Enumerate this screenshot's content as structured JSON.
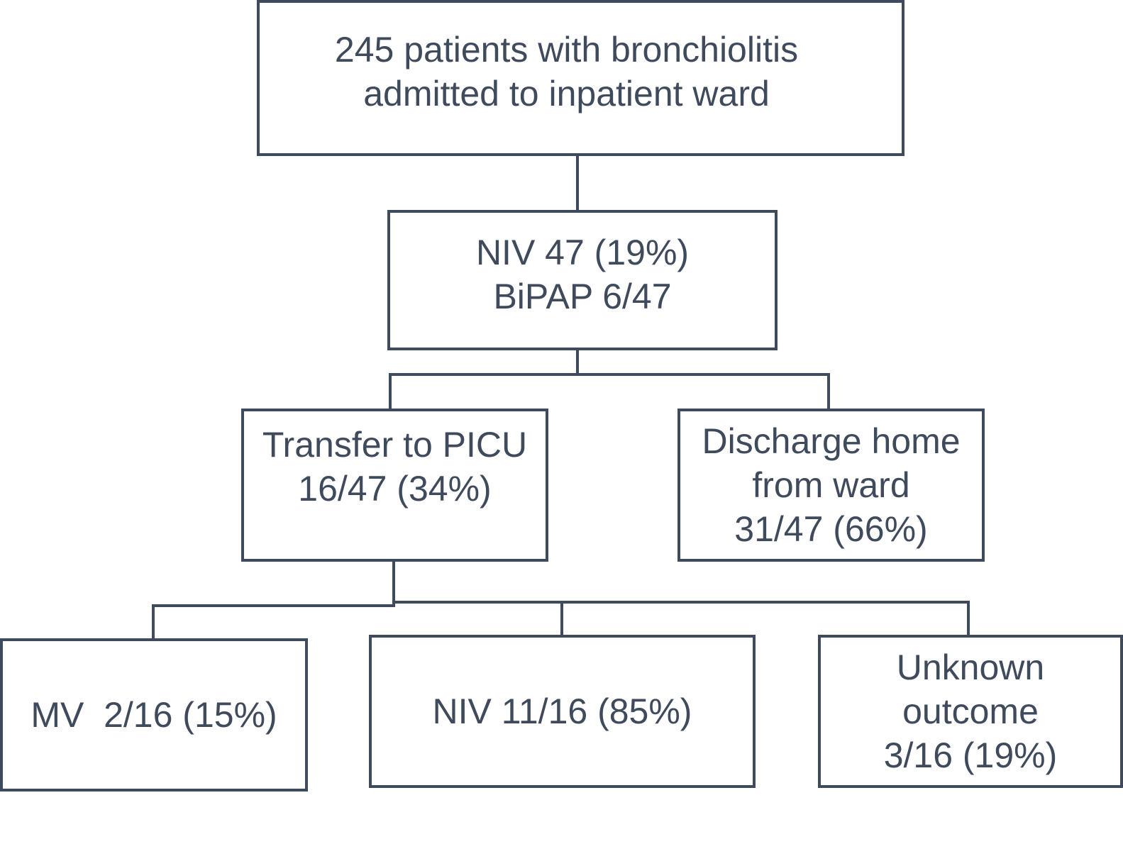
{
  "diagram": {
    "root": {
      "lines": [
        "245 patients with bronchiolitis",
        "admitted to inpatient ward"
      ]
    },
    "niv": {
      "lines": [
        "NIV 47 (19%)",
        "BiPAP 6/47"
      ]
    },
    "picu": {
      "lines": [
        "Transfer to PICU",
        "16/47 (34%)"
      ]
    },
    "discharge": {
      "lines": [
        "Discharge home",
        "from ward",
        "31/47 (66%)"
      ]
    },
    "mv": {
      "lines": [
        "MV  2/16 (15%)"
      ]
    },
    "niv_picu": {
      "lines": [
        "NIV 11/16 (85%)"
      ]
    },
    "unknown": {
      "lines": [
        "Unknown",
        "outcome",
        "3/16 (19%)"
      ]
    }
  }
}
